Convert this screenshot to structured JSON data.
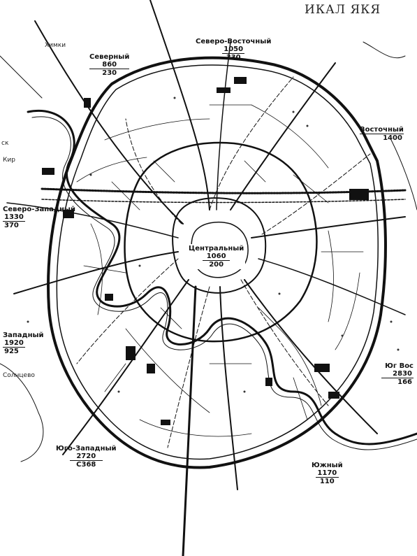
{
  "header": {
    "scrawl": "ИКАЛ ЯКЯ"
  },
  "districts": {
    "north": {
      "name": "Северный",
      "num1": "860",
      "num2": "230"
    },
    "northeast": {
      "name": "Северо-Восточный",
      "num1": "1050",
      "num2": "330"
    },
    "east": {
      "name": "Восточный",
      "num1": "1400"
    },
    "northwest": {
      "name": "Северо-Западный",
      "num1": "1330",
      "num2": "370"
    },
    "central": {
      "name": "Центральный",
      "num1": "1060",
      "num2": "200"
    },
    "west": {
      "name": "Западный",
      "num1": "1920",
      "num2": "925"
    },
    "southwest": {
      "name": "Юго-Западный",
      "num1": "2720",
      "num2": "С368"
    },
    "south": {
      "name": "Южный",
      "num1": "1170",
      "num2": "110"
    },
    "southeast": {
      "name": "Юг Вос",
      "num1": "2830",
      "num2": "166"
    }
  },
  "places": {
    "khimki": "Химки",
    "solntsevo": "Солнцево",
    "left_fragment_1": "ск",
    "left_fragment_2": "Кир"
  }
}
